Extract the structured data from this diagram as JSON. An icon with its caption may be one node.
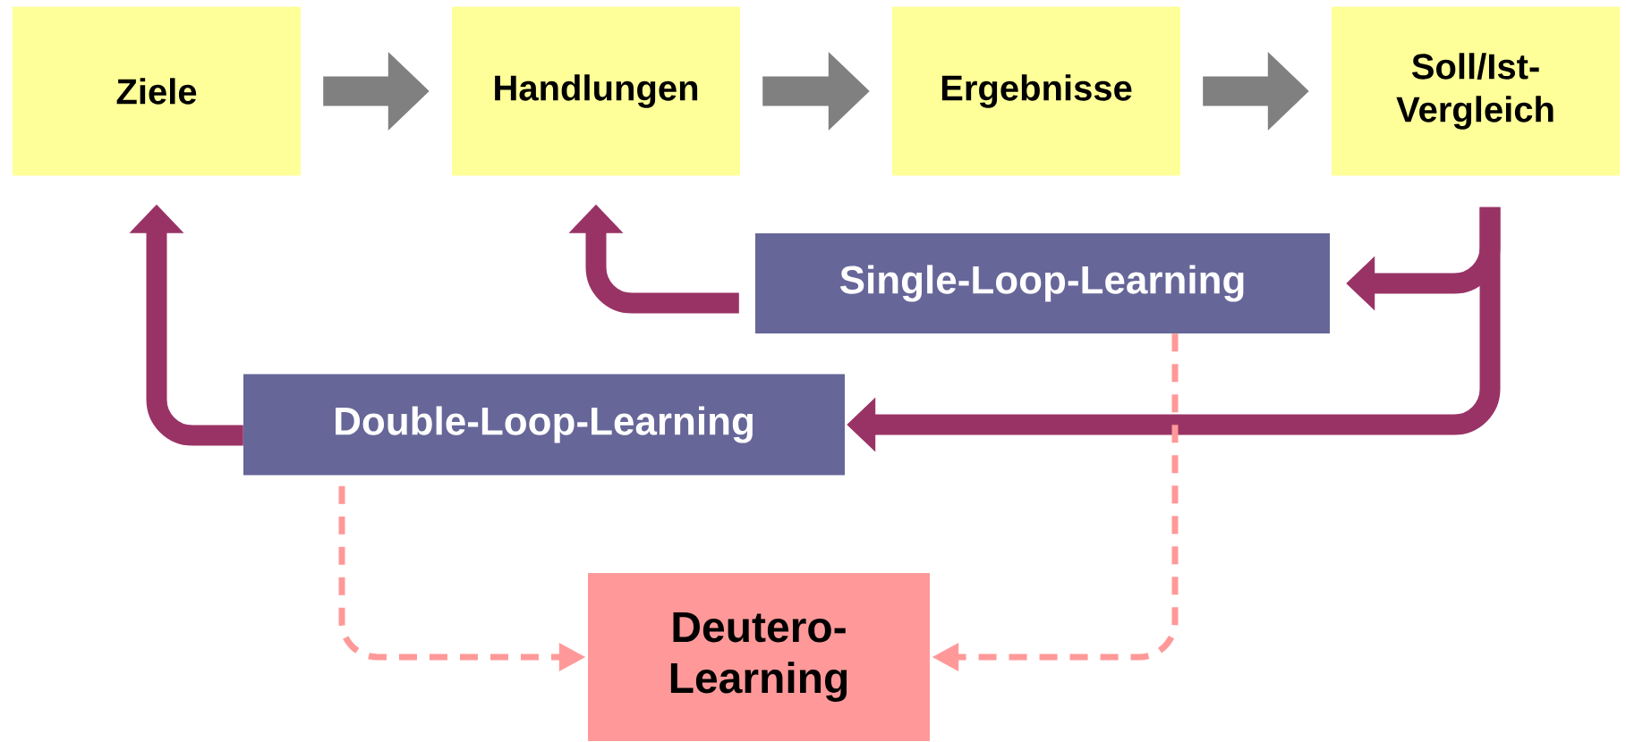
{
  "diagram": {
    "nodes": [
      {
        "text": [
          "Ziele"
        ]
      },
      {
        "text": [
          "Handlungen"
        ]
      },
      {
        "text": [
          "Ergebnisse"
        ]
      },
      {
        "text": [
          "Soll/Ist- Vergleich"
        ]
      },
      {
        "text": [
          "Single-Loop-Learning"
        ]
      },
      {
        "text": [
          "Double-Loop-Learning"
        ]
      },
      {
        "text": [
          "Deutero- Learning"
        ]
      }
    ],
    "edges": [
      {
        "from": 0,
        "to": 1,
        "arrow": "to",
        "color": "#808080"
      },
      {
        "from": 1,
        "to": 2,
        "arrow": "to",
        "color": "#808080"
      },
      {
        "from": 2,
        "to": 3,
        "arrow": "to",
        "color": "#808080"
      },
      {
        "from": 3,
        "to": 4,
        "arrow": "to"
      },
      {
        "from": 3,
        "to": 5,
        "arrow": "to"
      },
      {
        "from": 4,
        "to": 1,
        "arrow": "to"
      },
      {
        "from": 5,
        "to": 0,
        "arrow": "to"
      },
      {
        "from": 5,
        "to": 6,
        "arrow": "to",
        "style": "dashed",
        "color": "#ff9999"
      },
      {
        "from": 4,
        "to": 6,
        "arrow": "to",
        "style": "dashed",
        "color": "#ff9999"
      }
    ]
  }
}
